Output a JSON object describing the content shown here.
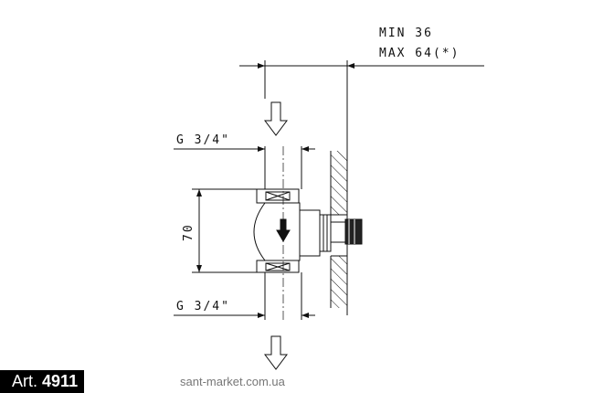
{
  "dimensions": {
    "depth_min": "MIN 36",
    "depth_max": "MAX 64(*)",
    "inlet_thread": "G 3/4\"",
    "outlet_thread": "G 3/4\"",
    "height": "70"
  },
  "footer": {
    "article_prefix": "Art.",
    "article_number": "4911",
    "watermark": "sant-market.com.ua"
  }
}
